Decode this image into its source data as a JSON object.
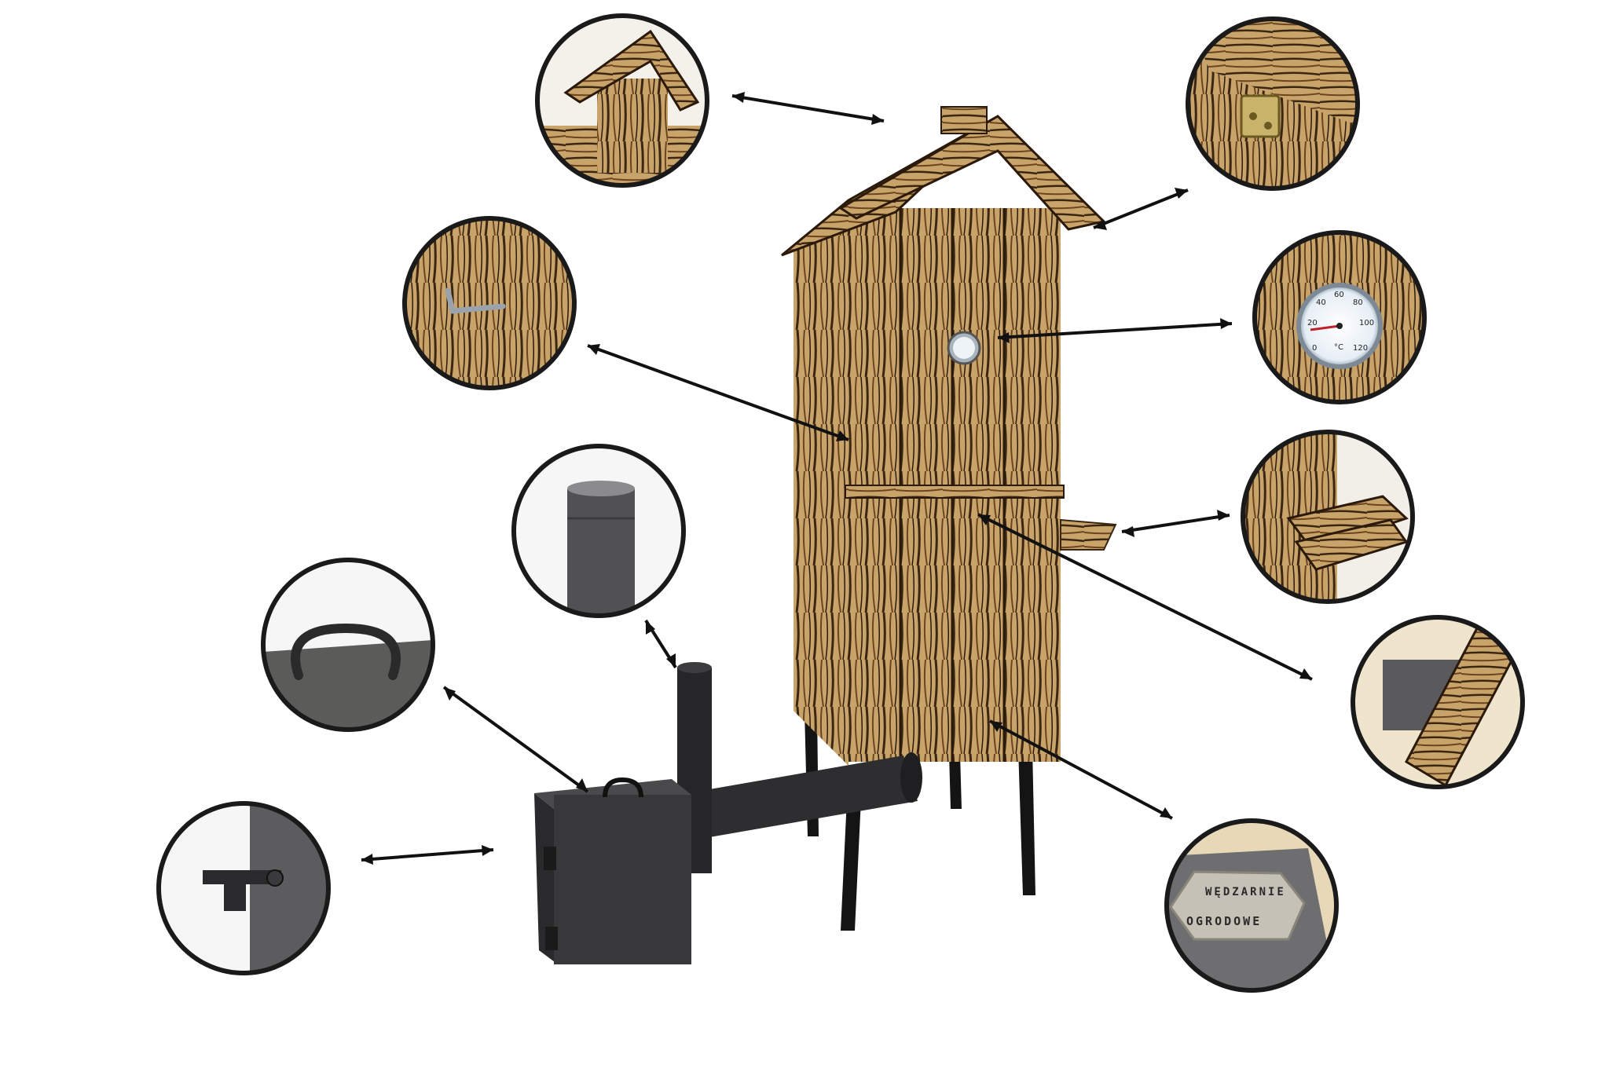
{
  "colors": {
    "wood_light": "#d9b77a",
    "wood_mid": "#b98a4c",
    "wood_dark": "#3a2612",
    "metal": "#3c3c3e",
    "metal_dark": "#1f1f21",
    "ring": "#1a1a1a"
  },
  "icons": [
    "thermometer-gauge-icon",
    "hook-icon",
    "hinge-icon",
    "handle-icon",
    "latch-icon"
  ],
  "thermometer": {
    "scale": [
      "0",
      "20",
      "40",
      "60",
      "80",
      "100",
      "120"
    ],
    "unit": "°C"
  },
  "nameplate": {
    "line1": "WĘDZARNIE",
    "line2": "OGRODOWE"
  }
}
